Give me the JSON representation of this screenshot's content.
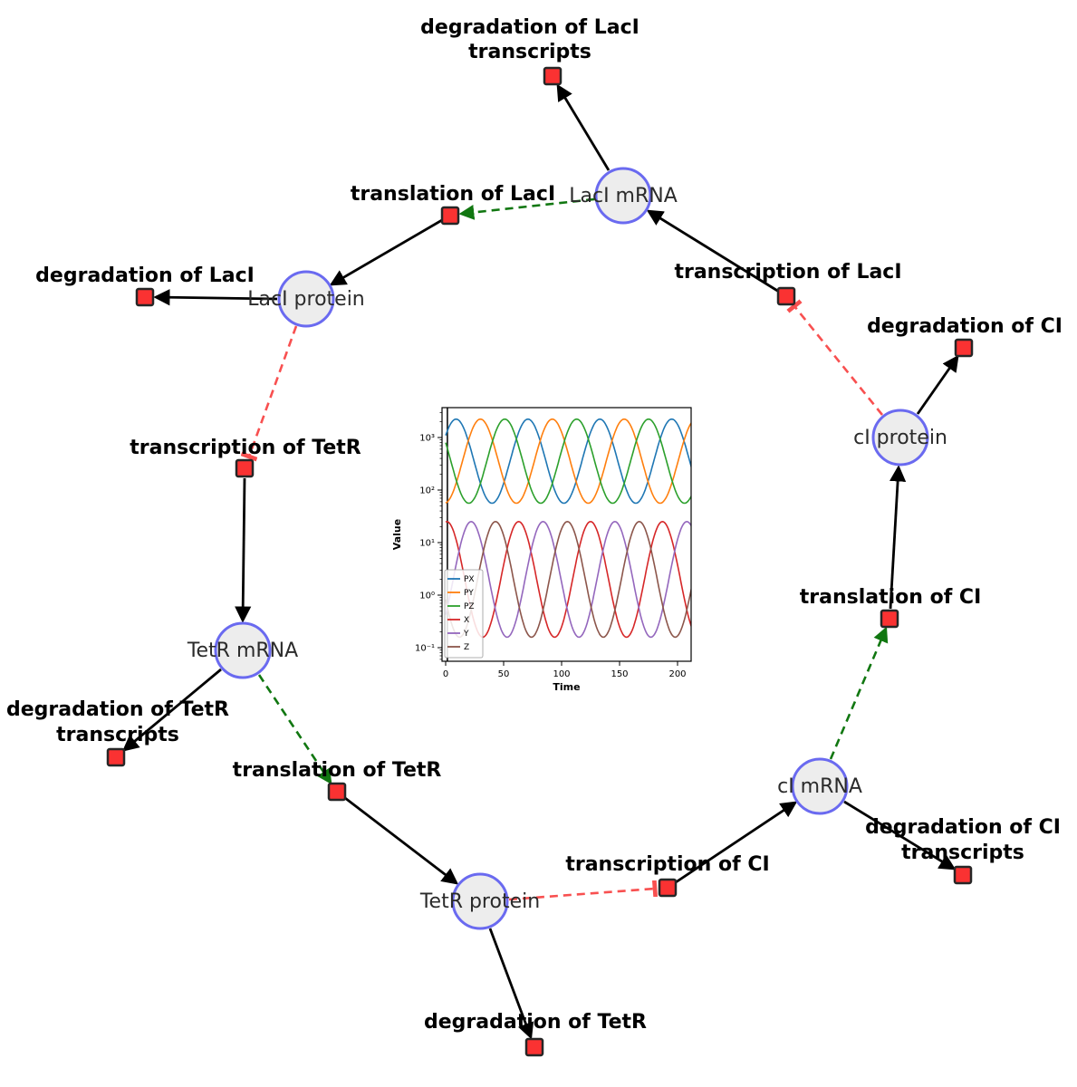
{
  "colors": {
    "species_fill": "#ededed",
    "species_stroke": "#6a6af0",
    "reaction_fill": "#fa3232",
    "reaction_stroke": "#262626",
    "activation_edge": "#117711",
    "inhibition_edge": "#f85050",
    "default_edge": "#000000"
  },
  "diagram": {
    "species": [
      {
        "id": "laci-mrna",
        "label": "LacI mRNA"
      },
      {
        "id": "laci-protein",
        "label": "LacI protein"
      },
      {
        "id": "tetr-mrna",
        "label": "TetR mRNA"
      },
      {
        "id": "tetr-protein",
        "label": "TetR protein"
      },
      {
        "id": "ci-mrna",
        "label": "cI mRNA"
      },
      {
        "id": "ci-protein",
        "label": "cI protein"
      }
    ],
    "reactions": [
      {
        "id": "degradation-of-laci-transcripts",
        "lines": [
          "degradation of LacI",
          "transcripts"
        ]
      },
      {
        "id": "translation-of-laci",
        "lines": [
          "translation of LacI"
        ]
      },
      {
        "id": "transcription-of-laci",
        "lines": [
          "transcription of LacI"
        ]
      },
      {
        "id": "degradation-of-laci",
        "lines": [
          "degradation of LacI"
        ]
      },
      {
        "id": "degradation-of-ci",
        "lines": [
          "degradation of CI"
        ]
      },
      {
        "id": "transcription-of-tetr",
        "lines": [
          "transcription of TetR"
        ]
      },
      {
        "id": "translation-of-ci",
        "lines": [
          "translation of CI"
        ]
      },
      {
        "id": "degradation-of-tetr-transcripts",
        "lines": [
          "degradation of TetR",
          "transcripts"
        ]
      },
      {
        "id": "translation-of-tetr",
        "lines": [
          "translation of TetR"
        ]
      },
      {
        "id": "transcription-of-ci",
        "lines": [
          "transcription of CI"
        ]
      },
      {
        "id": "degradation-of-ci-transcripts",
        "lines": [
          "degradation of CI",
          "transcripts"
        ]
      },
      {
        "id": "degradation-of-tetr",
        "lines": [
          "degradation of TetR"
        ]
      }
    ]
  },
  "chart_data": {
    "type": "line",
    "title": "",
    "xlabel": "Time",
    "ylabel": "Value",
    "x_range": [
      0,
      200
    ],
    "x_ticks": [
      0,
      50,
      100,
      150,
      200
    ],
    "y_scale": "log",
    "y_ticks": [
      {
        "label": "10⁻¹",
        "log": -1
      },
      {
        "label": "10⁰",
        "log": 0
      },
      {
        "label": "10¹",
        "log": 1
      },
      {
        "label": "10²",
        "log": 2
      },
      {
        "label": "10³",
        "log": 3
      }
    ],
    "ylim_log": [
      -1.26,
      3.57
    ],
    "grid": false,
    "legend_position": "lower left",
    "init_spike_t": 1.5,
    "series": [
      {
        "name": "PX",
        "color": "#1f77b4",
        "log_mid": 2.55,
        "log_amp": 0.8,
        "period": 62,
        "peak_t": 9
      },
      {
        "name": "PY",
        "color": "#ff7f0e",
        "log_mid": 2.55,
        "log_amp": 0.8,
        "period": 62,
        "peak_t": 30
      },
      {
        "name": "PZ",
        "color": "#2ca02c",
        "log_mid": 2.55,
        "log_amp": 0.8,
        "period": 62,
        "peak_t": 51
      },
      {
        "name": "X",
        "color": "#d62728",
        "log_mid": 0.3,
        "log_amp": 1.1,
        "period": 62,
        "peak_t": 63
      },
      {
        "name": "Y",
        "color": "#9467bd",
        "log_mid": 0.3,
        "log_amp": 1.1,
        "period": 62,
        "peak_t": 22
      },
      {
        "name": "Z",
        "color": "#8c564b",
        "log_mid": 0.3,
        "log_amp": 1.1,
        "period": 62,
        "peak_t": 43
      }
    ]
  }
}
